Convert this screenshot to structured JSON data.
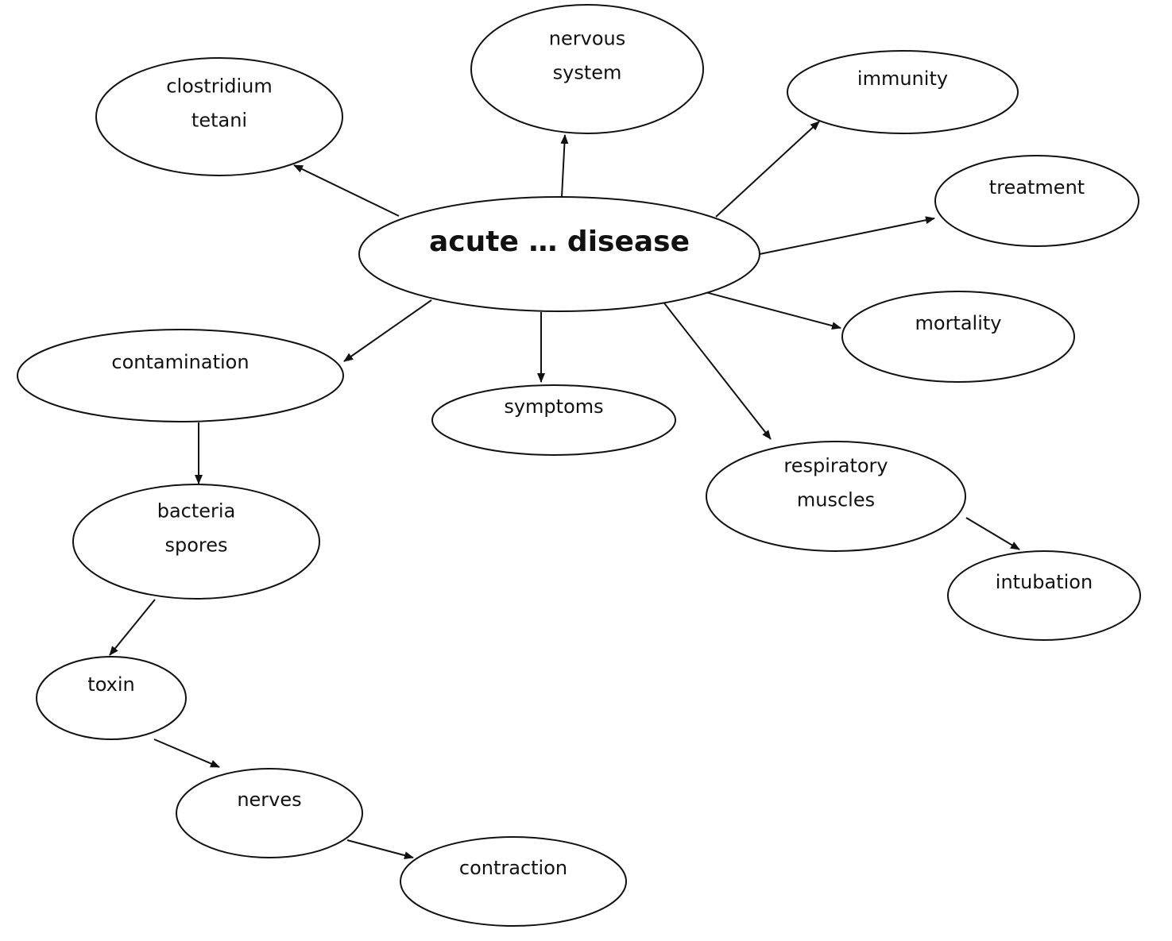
{
  "diagram": {
    "nodes": [
      {
        "id": "center",
        "lines": [
          "acute … disease"
        ]
      },
      {
        "id": "clostridium",
        "lines": [
          "clostridium",
          "tetani"
        ]
      },
      {
        "id": "nervous",
        "lines": [
          "nervous",
          "system"
        ]
      },
      {
        "id": "immunity",
        "lines": [
          "immunity"
        ]
      },
      {
        "id": "treatment",
        "lines": [
          "treatment"
        ]
      },
      {
        "id": "mortality",
        "lines": [
          "mortality"
        ]
      },
      {
        "id": "respiratory",
        "lines": [
          "respiratory",
          "muscles"
        ]
      },
      {
        "id": "intubation",
        "lines": [
          "intubation"
        ]
      },
      {
        "id": "symptoms",
        "lines": [
          "symptoms"
        ]
      },
      {
        "id": "contamination",
        "lines": [
          "contamination"
        ]
      },
      {
        "id": "bacteria",
        "lines": [
          "bacteria",
          "spores"
        ]
      },
      {
        "id": "toxin",
        "lines": [
          "toxin"
        ]
      },
      {
        "id": "nerves",
        "lines": [
          "nerves"
        ]
      },
      {
        "id": "contraction",
        "lines": [
          "contraction"
        ]
      }
    ],
    "edges": [
      {
        "from": "center",
        "to": "clostridium"
      },
      {
        "from": "center",
        "to": "nervous"
      },
      {
        "from": "center",
        "to": "immunity"
      },
      {
        "from": "center",
        "to": "treatment"
      },
      {
        "from": "center",
        "to": "mortality"
      },
      {
        "from": "center",
        "to": "respiratory"
      },
      {
        "from": "center",
        "to": "symptoms"
      },
      {
        "from": "center",
        "to": "contamination"
      },
      {
        "from": "respiratory",
        "to": "intubation"
      },
      {
        "from": "contamination",
        "to": "bacteria"
      },
      {
        "from": "bacteria",
        "to": "toxin"
      },
      {
        "from": "toxin",
        "to": "nerves"
      },
      {
        "from": "nerves",
        "to": "contraction"
      }
    ]
  }
}
